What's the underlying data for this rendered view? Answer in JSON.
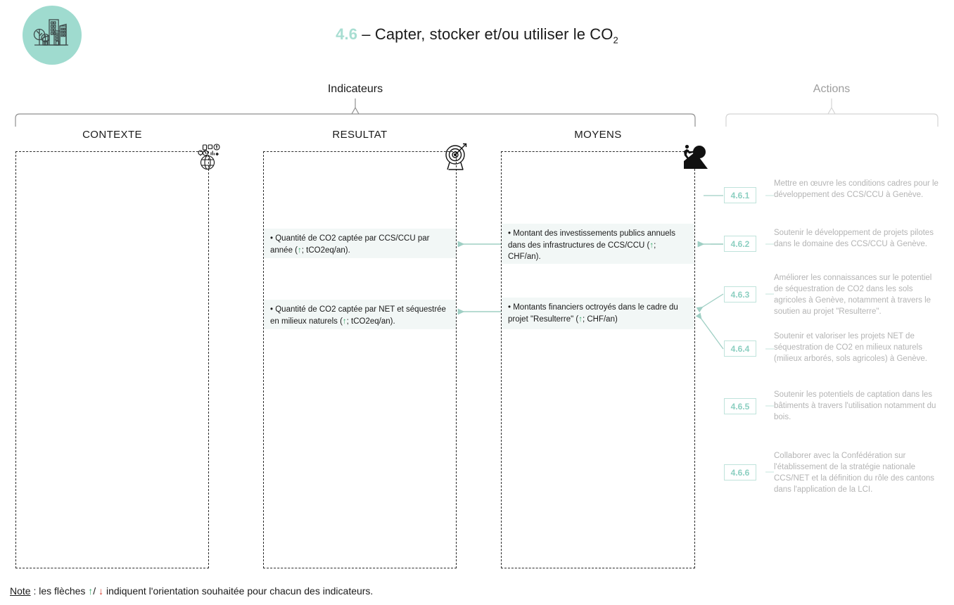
{
  "logo": {
    "icon": "city-trees-icon",
    "bg_color": "#9fdbcf"
  },
  "title": {
    "number": "4.6",
    "separator": " – ",
    "text": "Capter, stocker et/ou utiliser le CO",
    "subscript": "2",
    "number_color": "#a8ded2"
  },
  "groups": {
    "indicateurs": "Indicateurs",
    "actions": "Actions"
  },
  "columns": [
    {
      "key": "contexte",
      "title": "CONTEXTE",
      "icon": "globe-context-icon",
      "items": []
    },
    {
      "key": "resultat",
      "title": "RESULTAT",
      "icon": "target-icon",
      "items": [
        {
          "bullet": "•",
          "text_before": " Quantité de CO2 captée par CCS/CCU par année (",
          "arrow": "↑",
          "text_after": "; tCO2eq/an)."
        },
        {
          "bullet": "•",
          "text_before": " Quantité de CO2 captée par NET et séquestrée en milieux naturels (",
          "arrow": "↑",
          "text_after": "; tCO2eq/an)."
        }
      ]
    },
    {
      "key": "moyens",
      "title": "MOYENS",
      "icon": "person-pushing-boulder-icon",
      "items": [
        {
          "bullet": "•",
          "text_before": " Montant des investissements publics annuels dans des infrastructures de CCS/CCU (",
          "arrow": "↑",
          "text_after": "; CHF/an)."
        },
        {
          "bullet": "•",
          "text_before": " Montants financiers octroyés dans le cadre du projet \"Resulterre\" (",
          "arrow": "↑",
          "text_after": "; CHF/an)"
        }
      ]
    }
  ],
  "actions": [
    {
      "id": "4.6.1",
      "text": "Mettre en œuvre les conditions cadres pour le développement des CCS/CCU à Genève."
    },
    {
      "id": "4.6.2",
      "text": "Soutenir le développement de projets pilotes dans le domaine des CCS/CCU à Genève."
    },
    {
      "id": "4.6.3",
      "text": "Améliorer les connaissances sur le potentiel de séquestration de CO2 dans les sols agricoles à Genève, notamment à travers le soutien au projet \"Resulterre\"."
    },
    {
      "id": "4.6.4",
      "text": "Soutenir et valoriser les projets NET de séquestration de CO2 en milieux naturels (milieux arborés, sols agricoles) à Genève."
    },
    {
      "id": "4.6.5",
      "text": "Soutenir les potentiels de captation dans les bâtiments à travers l'utilisation notamment du bois."
    },
    {
      "id": "4.6.6",
      "text": "Collaborer avec la Confédération sur l'établissement de la stratégie nationale CCS/NET et la définition du rôle des cantons dans l'application de la LCI."
    }
  ],
  "footer": {
    "label": "Note",
    "part1": " : les flèches ",
    "arrow_up": "↑",
    "slash": "/ ",
    "arrow_down": "↓",
    "part2": " indiquent l'orientation souhaitée pour chacun des indicateurs."
  },
  "colors": {
    "teal_light": "#bfe3db",
    "teal_badge_text": "#8ccfc1",
    "arrow_green": "#3aa86b",
    "arrow_red": "#d83b2e",
    "card_bg": "#f2f7f6",
    "action_text": "#b4b4b4"
  }
}
